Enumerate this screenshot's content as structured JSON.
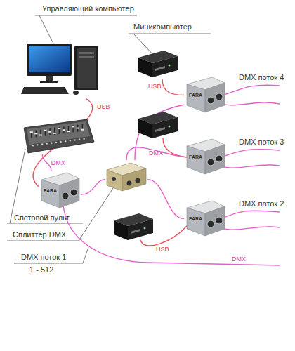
{
  "diagram": {
    "nodes": [
      {
        "text": [
          "Управляющий компьютер"
        ]
      },
      {
        "text": [
          "Миникомпьютер"
        ]
      },
      {
        "text": [
          "FARA"
        ]
      },
      {
        "text": [
          "Световой пульт"
        ]
      },
      {
        "text": [
          "FARA"
        ]
      },
      {
        "text": [
          "Сплиттер DMX"
        ]
      },
      {
        "text": [
          "FARA"
        ]
      },
      {
        "text": [
          "FARA"
        ]
      }
    ],
    "edges": [
      {
        "from": 0,
        "to": 6,
        "arrow": "none",
        "label": "USB"
      },
      {
        "from": 1,
        "to": 2,
        "arrow": "none",
        "label": "USB"
      },
      {
        "from": 3,
        "to": 6,
        "arrow": "none",
        "label": "DMX"
      },
      {
        "from": 6,
        "to": 5,
        "arrow": "none"
      },
      {
        "from": 5,
        "to": 4,
        "arrow": "none",
        "label": "DMX"
      },
      {
        "from": 5,
        "to": 2,
        "arrow": "none"
      },
      {
        "from": 5,
        "to": 7,
        "arrow": "none"
      }
    ],
    "labels": [
      "DMX поток 4",
      "DMX поток 3",
      "DMX поток 2",
      "DMX поток 1",
      "1 - 512",
      "USB",
      "DMX"
    ]
  }
}
